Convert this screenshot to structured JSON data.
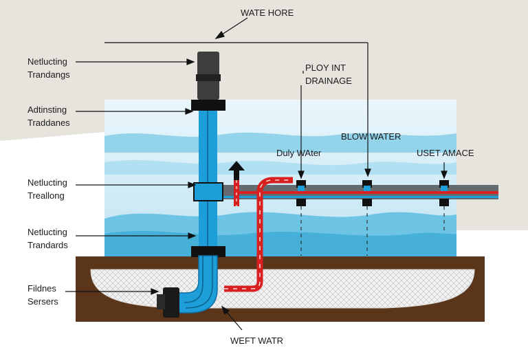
{
  "labels": {
    "top_title": "WATE HORE",
    "left_1": [
      "Netlucting",
      "Trandangs"
    ],
    "left_2": [
      "Adtinsting",
      "Traddanes"
    ],
    "left_3": [
      "Netlucting",
      "Treallong"
    ],
    "left_4": [
      "Netlucting",
      "Trandards"
    ],
    "left_5": [
      "Fildnes",
      "Sersers"
    ],
    "ploy": [
      "PLOY INT",
      "DRAINAGE"
    ],
    "blow_water": "BLOW WATER",
    "duly_water": "Duly WAter",
    "uset_amace": "USET AMACE",
    "bottom": "WEFT WATR"
  },
  "colors": {
    "background_band": "#e7e4dd",
    "water_light": "#cfe9f5",
    "water_wave": "#7fcbe6",
    "soil": "#5a3519",
    "gravel": "#eeeeee",
    "pipe_blue": "#1d9ed8",
    "pipe_red": "#d92020",
    "pipe_gray": "#646a70"
  }
}
